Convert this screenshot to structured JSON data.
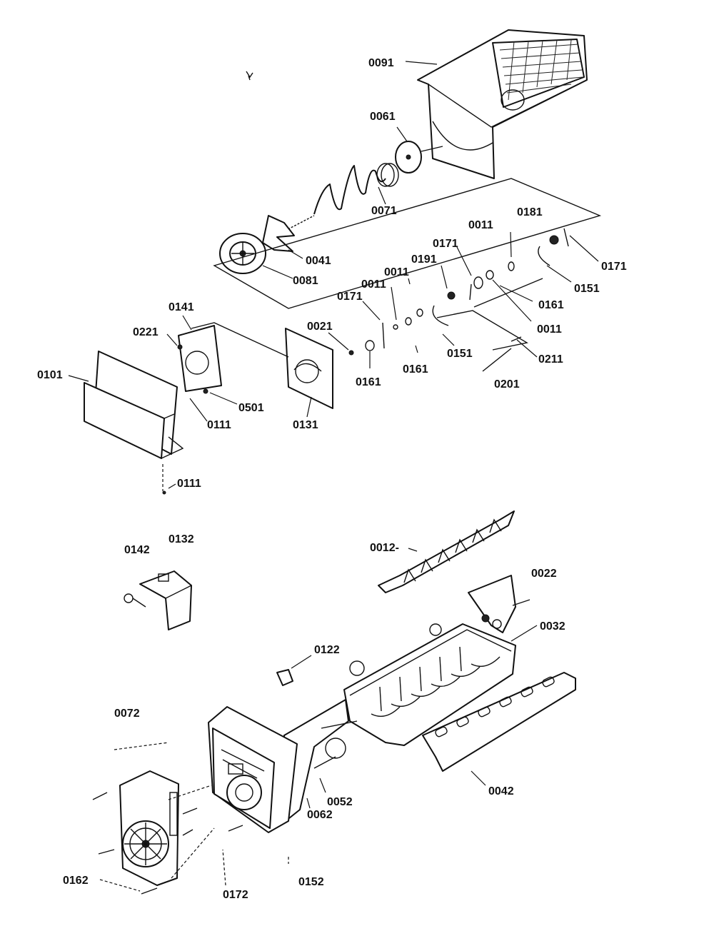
{
  "labels": {
    "p0091": "0091",
    "p0061": "0061",
    "p0071": "0071",
    "p0041": "0041",
    "p0081": "0081",
    "p0181a": "0181",
    "p0011a": "0011",
    "p0171a": "0171",
    "p0171b": "0171",
    "p0151a": "0151",
    "p0161a": "0161",
    "p0011b": "0011",
    "p0191": "0191",
    "p0011c": "0011",
    "p0011d": "0011",
    "p0171c": "0171",
    "p0021": "0021",
    "p0141": "0141",
    "p0221": "0221",
    "p0101": "0101",
    "p0501": "0501",
    "p0111a": "0111",
    "p0131": "0131",
    "p0161b": "0161",
    "p0161c": "0161",
    "p0151b": "0151",
    "p0211": "0211",
    "p0201": "0201",
    "p0111b": "0111",
    "p0142": "0142",
    "p0132": "0132",
    "p0012": "0012-",
    "p0022": "0022",
    "p0032": "0032",
    "p0122": "0122",
    "p0072": "0072",
    "p0052": "0052",
    "p0062": "0062",
    "p0042": "0042",
    "p0162": "0162",
    "p0172": "0172",
    "p0152": "0152"
  }
}
